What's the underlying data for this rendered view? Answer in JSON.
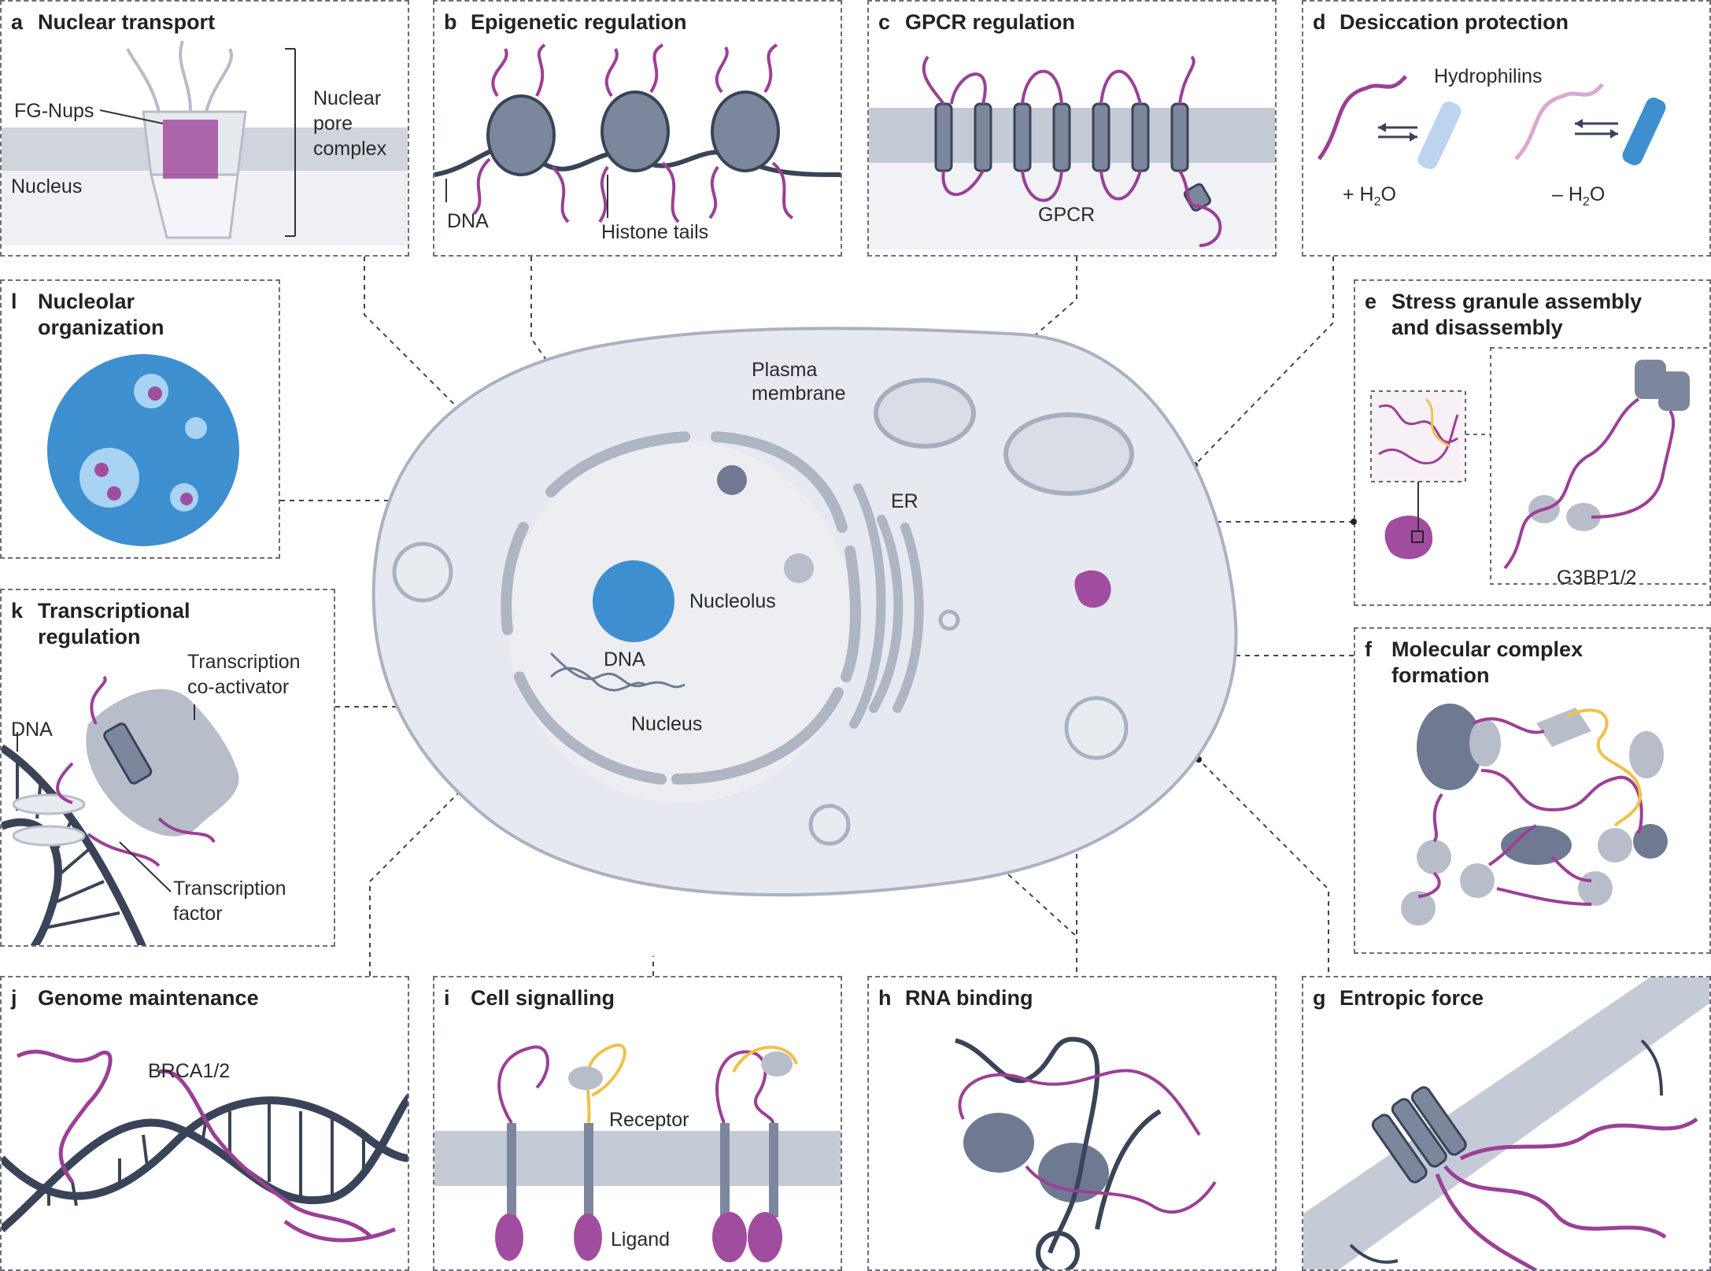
{
  "panels": {
    "a": {
      "letter": "a",
      "title": "Nuclear transport",
      "labels": {
        "fg_nups": "FG-Nups",
        "nucleus": "Nucleus",
        "npc1": "Nuclear",
        "npc2": "pore",
        "npc3": "complex"
      }
    },
    "b": {
      "letter": "b",
      "title": "Epigenetic regulation",
      "labels": {
        "dna": "DNA",
        "histone_tails": "Histone tails"
      }
    },
    "c": {
      "letter": "c",
      "title": "GPCR regulation",
      "labels": {
        "gpcr": "GPCR"
      }
    },
    "d": {
      "letter": "d",
      "title": "Desiccation protection",
      "labels": {
        "hydrophilins": "Hydrophilins",
        "plus_h2o": "+ H",
        "minus_h2o": "– H",
        "sub2": "2",
        "o": "O"
      }
    },
    "e": {
      "letter": "e",
      "title1": "Stress granule assembly",
      "title2": "and disassembly",
      "labels": {
        "g3bp": "G3BP1/2"
      }
    },
    "f": {
      "letter": "f",
      "title1": "Molecular complex",
      "title2": "formation"
    },
    "g": {
      "letter": "g",
      "title": "Entropic force"
    },
    "h": {
      "letter": "h",
      "title": "RNA binding"
    },
    "i": {
      "letter": "i",
      "title": "Cell signalling",
      "labels": {
        "receptor": "Receptor",
        "ligand": "Ligand"
      }
    },
    "j": {
      "letter": "j",
      "title": "Genome maintenance",
      "labels": {
        "brca": "BRCA1/2"
      }
    },
    "k": {
      "letter": "k",
      "title1": "Transcriptional",
      "title2": "regulation",
      "labels": {
        "coact1": "Transcription",
        "coact2": "co-activator",
        "dna": "DNA",
        "tf1": "Transcription",
        "tf2": "factor"
      }
    },
    "l": {
      "letter": "l",
      "title1": "Nucleolar",
      "title2": "organization"
    }
  },
  "cell_labels": {
    "plasma1": "Plasma",
    "plasma2": "membrane",
    "er": "ER",
    "nucleolus": "Nucleolus",
    "dna": "DNA",
    "nucleus": "Nucleus"
  },
  "colors": {
    "purple": "#9c3f96",
    "light_purple": "#c98fc4",
    "blue": "#3e8fd0",
    "gray_blue": "#6f7a92",
    "membrane": "#c5cbd6",
    "cell_fill": "#e8ebf0",
    "yellow": "#eec24a",
    "dark": "#3a4458"
  }
}
